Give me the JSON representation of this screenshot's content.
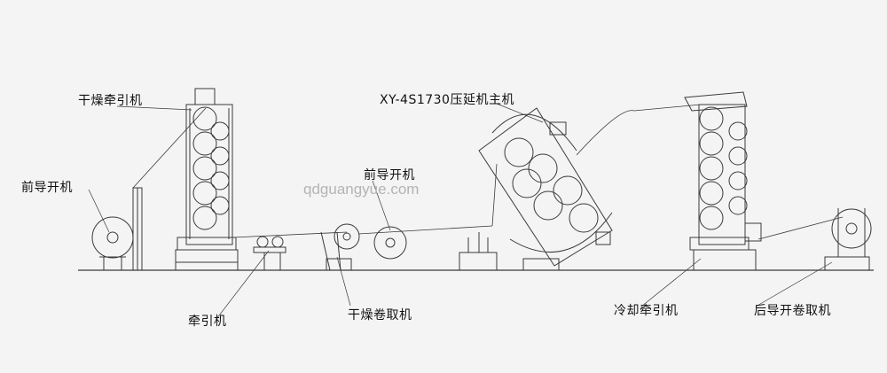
{
  "labels": {
    "drying_traction": "干燥牵引机",
    "front_unwinder_left": "前导开机",
    "calender_main": "XY-4S1730压延机主机",
    "front_unwinder_mid": "前导开机",
    "traction": "牵引机",
    "drying_winder": "干燥卷取机",
    "cooling_traction": "冷却牵引机",
    "rear_unwind_winder": "后导开卷取机"
  },
  "watermark": "qdguangyue.com",
  "colors": {
    "background": "#f4f4f4",
    "line": "#3a3a3a",
    "label": "#111111"
  }
}
